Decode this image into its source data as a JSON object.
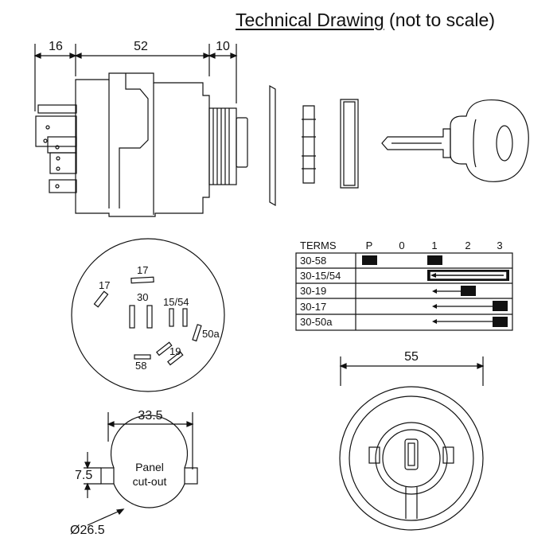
{
  "title": {
    "main": "Technical Drawing",
    "note": "(not to scale)"
  },
  "side_view": {
    "dim_left": "16",
    "dim_body": "52",
    "dim_right": "10"
  },
  "pin_layout": {
    "pins": [
      "17",
      "17",
      "30",
      "15/54",
      "50a",
      "19",
      "58"
    ]
  },
  "cutout": {
    "width": "33.5",
    "tab": "7.5",
    "diameter": "Ø26.5",
    "label_line1": "Panel",
    "label_line2": "cut-out"
  },
  "front_view": {
    "dim_width": "55"
  },
  "terms_table": {
    "header": [
      "TERMS",
      "P",
      "0",
      "1",
      "2",
      "3"
    ],
    "rows": [
      "30-58",
      "30-15/54",
      "30-19",
      "30-17",
      "30-50a"
    ]
  },
  "colors": {
    "ink": "#111111",
    "background": "#ffffff"
  }
}
